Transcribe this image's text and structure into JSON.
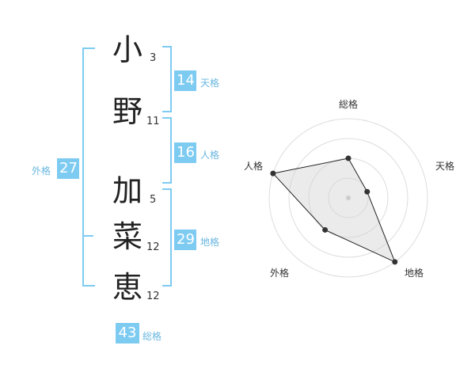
{
  "name": {
    "chars": [
      {
        "char": "小",
        "strokes": "3"
      },
      {
        "char": "野",
        "strokes": "11"
      },
      {
        "char": "加",
        "strokes": "5"
      },
      {
        "char": "菜",
        "strokes": "12"
      },
      {
        "char": "恵",
        "strokes": "12"
      }
    ]
  },
  "fortunes": {
    "tenkaku": {
      "value": "14",
      "label": "天格"
    },
    "jinkaku": {
      "value": "16",
      "label": "人格"
    },
    "chikaku": {
      "value": "29",
      "label": "地格"
    },
    "gaikaku": {
      "value": "27",
      "label": "外格"
    },
    "soukaku": {
      "value": "43",
      "label": "総格"
    }
  },
  "colors": {
    "accent": "#7ecbf2",
    "label": "#6ab7e0"
  },
  "chart_data": {
    "type": "radar",
    "axes": [
      "総格",
      "天格",
      "地格",
      "外格",
      "人格"
    ],
    "values": [
      2,
      1,
      4,
      2,
      4
    ],
    "rmax": 4,
    "rings": 4
  }
}
